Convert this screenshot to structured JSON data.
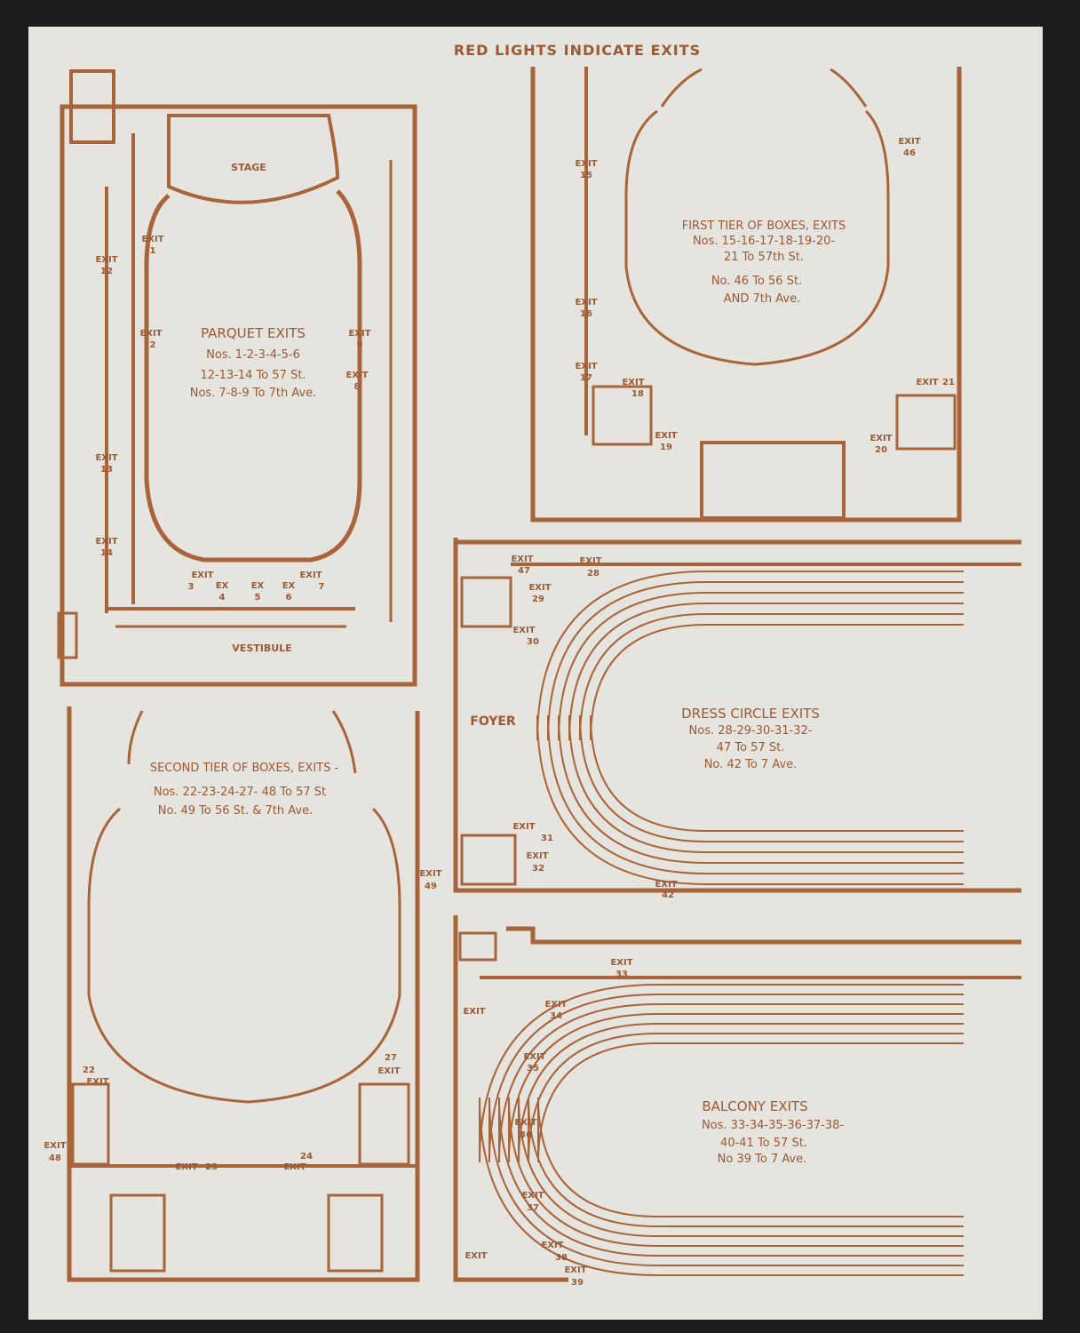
{
  "colors": {
    "paper": "#e6e4df",
    "ink": "#a8643a",
    "backing": "#1c1c1e"
  },
  "header": "RED LIGHTS INDICATE EXITS",
  "parquet": {
    "stage": "STAGE",
    "vestibule": "VESTIBULE",
    "notes": [
      "PARQUET EXITS",
      "Nos. 1-2-3-4-5-6",
      "12-13-14 To 57 St.",
      "Nos. 7-8-9 To 7th Ave."
    ],
    "exits": [
      {
        "w": "EXIT",
        "n": "1"
      },
      {
        "w": "EXIT",
        "n": "12"
      },
      {
        "w": "EXIT",
        "n": "2"
      },
      {
        "w": "EXIT",
        "n": "9"
      },
      {
        "w": "EXIT",
        "n": "8"
      },
      {
        "w": "EXIT",
        "n": "13"
      },
      {
        "w": "EXIT",
        "n": "14"
      },
      {
        "w": "EXIT",
        "n": "3"
      },
      {
        "w": "EX",
        "n": "4"
      },
      {
        "w": "EX",
        "n": "5"
      },
      {
        "w": "EX",
        "n": "6"
      },
      {
        "w": "EXIT",
        "n": "7"
      }
    ]
  },
  "first_tier": {
    "notes": [
      "FIRST TIER OF BOXES, EXITS",
      "Nos. 15-16-17-18-19-20-",
      "21 To 57th St.",
      "No. 46 To 56 St.",
      "AND 7th Ave."
    ],
    "exits": [
      {
        "w": "EXIT",
        "n": "15"
      },
      {
        "w": "EXIT",
        "n": "46"
      },
      {
        "w": "EXIT",
        "n": "16"
      },
      {
        "w": "EXIT",
        "n": "17"
      },
      {
        "w": "EXIT",
        "n": "18"
      },
      {
        "w": "EXIT",
        "n": "19"
      },
      {
        "w": "EXIT",
        "n": "20"
      },
      {
        "w": "EXIT",
        "n": "21"
      }
    ]
  },
  "second_tier": {
    "notes": [
      "SECOND TIER OF BOXES, EXITS -",
      "Nos. 22-23-24-27- 48 To 57 St",
      "No. 49 To 56 St. & 7th Ave."
    ],
    "exits": [
      {
        "w": "EXIT",
        "n": "49"
      },
      {
        "w": "EXIT",
        "n": "22"
      },
      {
        "w": "EXIT",
        "n": "27"
      },
      {
        "w": "EXIT",
        "n": "48"
      },
      {
        "w": "EXIT",
        "n": "23"
      },
      {
        "w": "EXIT",
        "n": "24"
      }
    ]
  },
  "dress_circle": {
    "foyer": "FOYER",
    "notes": [
      "DRESS CIRCLE EXITS",
      "Nos. 28-29-30-31-32-",
      "47 To 57 St.",
      "No. 42 To 7 Ave."
    ],
    "exits": [
      {
        "w": "EXIT",
        "n": "47"
      },
      {
        "w": "EXIT",
        "n": "28"
      },
      {
        "w": "EXIT",
        "n": "29"
      },
      {
        "w": "EXIT",
        "n": "30"
      },
      {
        "w": "EXIT",
        "n": "31"
      },
      {
        "w": "EXIT",
        "n": "32"
      },
      {
        "w": "EXIT",
        "n": "42"
      }
    ]
  },
  "balcony": {
    "notes": [
      "BALCONY EXITS",
      "Nos. 33-34-35-36-37-38-",
      "40-41 To 57 St.",
      "No 39 To 7 Ave."
    ],
    "exits": [
      {
        "w": "EXIT",
        "n": "33"
      },
      {
        "w": "EXIT",
        "n": ""
      },
      {
        "w": "EXIT",
        "n": "34"
      },
      {
        "w": "EXIT",
        "n": "35"
      },
      {
        "w": "EXIT",
        "n": "36"
      },
      {
        "w": "EXIT",
        "n": "37"
      },
      {
        "w": "EXIT",
        "n": "38"
      },
      {
        "w": "EXIT",
        "n": "39"
      },
      {
        "w": "EXIT",
        "n": ""
      }
    ]
  }
}
